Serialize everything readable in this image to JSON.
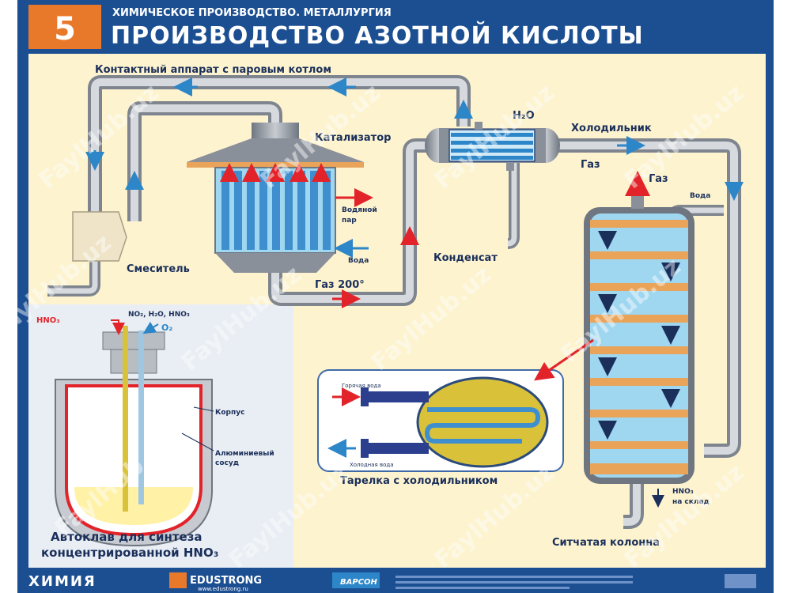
{
  "header": {
    "number": "5",
    "subtitle": "ХИМИЧЕСКОЕ ПРОИЗВОДСТВО. МЕТАЛЛУРГИЯ",
    "title": "ПРОИЗВОДСТВО АЗОТНОЙ КИСЛОТЫ"
  },
  "labels": {
    "contact_apparatus": "Контактный аппарат с паровым котлом",
    "catalyst": "Катализатор",
    "water_steam_1": "Водяной",
    "water_steam_2": "пар",
    "water_in": "Вода",
    "mixer": "Смеситель",
    "gas200": "Газ 200°",
    "condensate": "Конденсат",
    "h2o": "H₂O",
    "cooler": "Холодильник",
    "gas_cooler": "Газ",
    "gas_top": "Газ",
    "water_column": "Вода",
    "hno3_store_1": "HNO₃",
    "hno3_store_2": "на склад",
    "sieve_column": "Ситчатая колонна",
    "tray_caption": "Тарелка с холодильником",
    "hot_water": "Горячая вода",
    "cold_water": "Холодная вода",
    "autoclave_inputs": "NO₂, H₂O, HNO₃",
    "autoclave_hno3": "HNO₃",
    "o2": "O₂",
    "body": "Корпус",
    "al_vessel_1": "Алюминиевый",
    "al_vessel_2": "сосуд",
    "autoclave_caption_1": "Автоклав для синтеза",
    "autoclave_caption_2": "концентрированной HNO₃"
  },
  "footer": {
    "subject": "ХИМИЯ",
    "brand": "EDUSTRONG",
    "site": "www.edustrong.ru",
    "logo": "ВАРСОН"
  },
  "watermarks": [
    "FaylHub.uz",
    "FaylHub.uz",
    "FaylHub.uz",
    "FaylHub.uz",
    "FaylHub.uz",
    "FaylHub.uz",
    "FaylHub.uz",
    "FaylHub.uz",
    "FaylHub.uz",
    "FaylHub.uz",
    "FaylHub.uz",
    "FaylHub.uz"
  ],
  "colors": {
    "header_blue": "#1c4f92",
    "number_orange": "#e8792b",
    "background": "#fdf3cf",
    "pipe_gray": "#a9aeb6",
    "liquid_blue": "#7fc7ea",
    "tray_orange": "#e9a45a",
    "arrow_red": "#e2232a",
    "arrow_blue": "#2c86c8"
  }
}
